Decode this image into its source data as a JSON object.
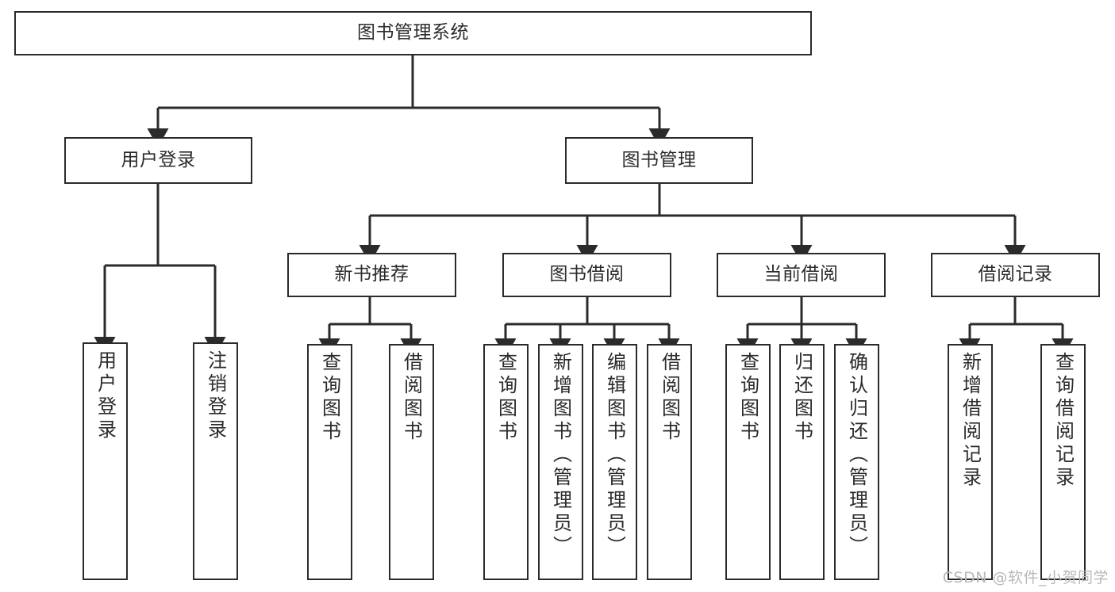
{
  "diagram": {
    "title": "图书管理系统",
    "type": "tree-hierarchy",
    "watermark": "CSDN @软件_小贺同学",
    "stroke_color": "#2b2b2b",
    "fill_color": "#ffffff",
    "watermark_color": "#b9b9b9"
  },
  "root": {
    "label": "图书管理系统"
  },
  "level2": [
    {
      "label": "用户登录"
    },
    {
      "label": "图书管理"
    }
  ],
  "level3": [
    {
      "label": "新书推荐"
    },
    {
      "label": "图书借阅"
    },
    {
      "label": "当前借阅"
    },
    {
      "label": "借阅记录"
    }
  ],
  "leaves": {
    "user_login": [
      {
        "label": "用户登录"
      },
      {
        "label": "注销登录"
      }
    ],
    "new_book_recommend": [
      {
        "label": "查询图书"
      },
      {
        "label": "借阅图书"
      }
    ],
    "book_borrow": [
      {
        "label": "查询图书"
      },
      {
        "label": "新增图书（管理员）"
      },
      {
        "label": "编辑图书（管理员）"
      },
      {
        "label": "借阅图书"
      }
    ],
    "current_borrow": [
      {
        "label": "查询图书"
      },
      {
        "label": "归还图书"
      },
      {
        "label": "确认归还（管理员）"
      }
    ],
    "borrow_records": [
      {
        "label": "新增借阅记录"
      },
      {
        "label": "查询借阅记录"
      }
    ]
  }
}
